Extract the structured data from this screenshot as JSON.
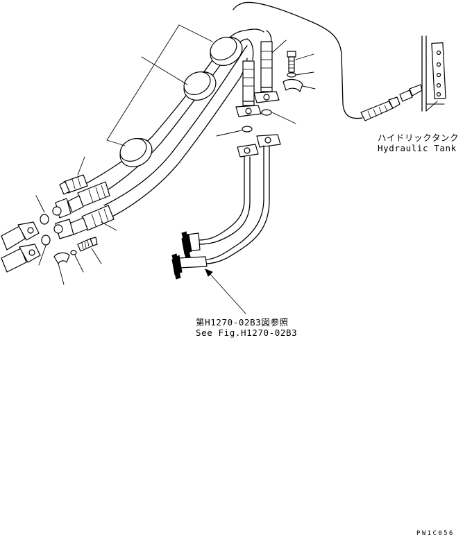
{
  "labels": {
    "tank_jp": "ハイドリックタンク",
    "tank_en": "Hydraulic Tank",
    "ref_jp": "第H1270-02B3図参照",
    "ref_en": "See Fig.H1270-02B3",
    "drawing_code": "PW1C056"
  }
}
